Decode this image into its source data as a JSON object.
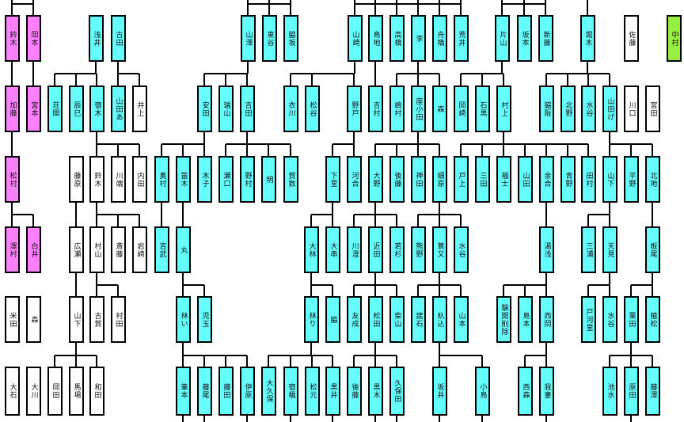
{
  "colors": {
    "cyan": "#66ffff",
    "pink": "#ff80ff",
    "green": "#99ee44",
    "white": "#ffffff",
    "line": "#000000"
  },
  "nodes": [
    {
      "label": "鈴木",
      "color": "pink"
    },
    {
      "label": "岡本",
      "color": "pink"
    },
    {
      "label": "浅井",
      "color": "cyan"
    },
    {
      "label": "古田",
      "color": "cyan"
    },
    {
      "label": "山澤",
      "color": "cyan"
    },
    {
      "label": "東谷",
      "color": "cyan"
    },
    {
      "label": "脇坂",
      "color": "cyan"
    },
    {
      "label": "山崎",
      "color": "cyan"
    },
    {
      "label": "島地",
      "color": "cyan"
    },
    {
      "label": "高橋",
      "color": "cyan"
    },
    {
      "label": "李",
      "color": "cyan"
    },
    {
      "label": "舟橋",
      "color": "cyan"
    },
    {
      "label": "荒井",
      "color": "cyan"
    },
    {
      "label": "片山",
      "color": "cyan"
    },
    {
      "label": "坂本",
      "color": "cyan"
    },
    {
      "label": "新藤",
      "color": "cyan"
    },
    {
      "label": "堀木",
      "color": "cyan"
    },
    {
      "label": "佐藤",
      "color": "white"
    },
    {
      "label": "中村",
      "color": "green"
    },
    {
      "label": "加藤",
      "color": "pink"
    },
    {
      "label": "宮本",
      "color": "pink"
    },
    {
      "label": "荘開",
      "color": "cyan"
    },
    {
      "label": "辰巳",
      "color": "cyan"
    },
    {
      "label": "宿木",
      "color": "cyan"
    },
    {
      "label": "山田あ",
      "color": "cyan"
    },
    {
      "label": "井上",
      "color": "white"
    },
    {
      "label": "安田",
      "color": "cyan"
    },
    {
      "label": "瑞山",
      "color": "cyan"
    },
    {
      "label": "吉田",
      "color": "cyan"
    },
    {
      "label": "衣川",
      "color": "cyan"
    },
    {
      "label": "松谷",
      "color": "cyan"
    },
    {
      "label": "野戸",
      "color": "cyan"
    },
    {
      "label": "吉村",
      "color": "cyan"
    },
    {
      "label": "嶋村",
      "color": "cyan"
    },
    {
      "label": "座小田",
      "color": "cyan"
    },
    {
      "label": "森",
      "color": "cyan"
    },
    {
      "label": "岡崎",
      "color": "cyan"
    },
    {
      "label": "石黒",
      "color": "cyan"
    },
    {
      "label": "村上",
      "color": "cyan"
    },
    {
      "label": "脇阪",
      "color": "cyan"
    },
    {
      "label": "北野",
      "color": "cyan"
    },
    {
      "label": "水谷",
      "color": "cyan"
    },
    {
      "label": "山田げ",
      "color": "cyan"
    },
    {
      "label": "川口",
      "color": "white"
    },
    {
      "label": "宮田",
      "color": "white"
    },
    {
      "label": "松村",
      "color": "pink"
    },
    {
      "label": "藤原",
      "color": "white"
    },
    {
      "label": "鈴木",
      "color": "white"
    },
    {
      "label": "川端",
      "color": "white"
    },
    {
      "label": "内田",
      "color": "white"
    },
    {
      "label": "奥村",
      "color": "cyan"
    },
    {
      "label": "笛木",
      "color": "cyan"
    },
    {
      "label": "木子",
      "color": "cyan"
    },
    {
      "label": "瀬口",
      "color": "cyan"
    },
    {
      "label": "野村",
      "color": "cyan"
    },
    {
      "label": "明",
      "color": "cyan"
    },
    {
      "label": "賀数",
      "color": "cyan"
    },
    {
      "label": "下里",
      "color": "cyan"
    },
    {
      "label": "河合",
      "color": "cyan"
    },
    {
      "label": "大野",
      "color": "cyan"
    },
    {
      "label": "後藤",
      "color": "cyan"
    },
    {
      "label": "神田",
      "color": "cyan"
    },
    {
      "label": "細原",
      "color": "cyan"
    },
    {
      "label": "戸上",
      "color": "cyan"
    },
    {
      "label": "三田",
      "color": "cyan"
    },
    {
      "label": "福士",
      "color": "cyan"
    },
    {
      "label": "山田",
      "color": "cyan"
    },
    {
      "label": "余合",
      "color": "cyan"
    },
    {
      "label": "青野",
      "color": "cyan"
    },
    {
      "label": "田村",
      "color": "cyan"
    },
    {
      "label": "山下",
      "color": "cyan"
    },
    {
      "label": "平野",
      "color": "cyan"
    },
    {
      "label": "北地",
      "color": "cyan"
    },
    {
      "label": "澤村",
      "color": "pink"
    },
    {
      "label": "白井",
      "color": "pink"
    },
    {
      "label": "広瀬",
      "color": "white"
    },
    {
      "label": "村山",
      "color": "white"
    },
    {
      "label": "斎藤",
      "color": "white"
    },
    {
      "label": "岩崎",
      "color": "white"
    },
    {
      "label": "吉武",
      "color": "cyan"
    },
    {
      "label": "丸",
      "color": "cyan"
    },
    {
      "label": "大林",
      "color": "cyan"
    },
    {
      "label": "大串",
      "color": "cyan"
    },
    {
      "label": "川澄",
      "color": "cyan"
    },
    {
      "label": "近田",
      "color": "cyan"
    },
    {
      "label": "若杉",
      "color": "cyan"
    },
    {
      "label": "熊野",
      "color": "cyan"
    },
    {
      "label": "蓑又",
      "color": "cyan"
    },
    {
      "label": "水谷",
      "color": "cyan"
    },
    {
      "label": "湯浅",
      "color": "cyan"
    },
    {
      "label": "三浦",
      "color": "cyan"
    },
    {
      "label": "天見",
      "color": "cyan"
    },
    {
      "label": "板尾",
      "color": "cyan"
    },
    {
      "label": "米田",
      "color": "white"
    },
    {
      "label": "森",
      "color": "white"
    },
    {
      "label": "山下",
      "color": "white"
    },
    {
      "label": "古賀",
      "color": "white"
    },
    {
      "label": "村田",
      "color": "white"
    },
    {
      "label": "林い",
      "color": "cyan"
    },
    {
      "label": "児玉",
      "color": "cyan"
    },
    {
      "label": "林り",
      "color": "cyan"
    },
    {
      "label": "脇",
      "color": "cyan"
    },
    {
      "label": "友成",
      "color": "cyan"
    },
    {
      "label": "松田",
      "color": "cyan"
    },
    {
      "label": "柴山",
      "color": "cyan"
    },
    {
      "label": "建石",
      "color": "cyan"
    },
    {
      "label": "杁込",
      "color": "cyan"
    },
    {
      "label": "山本",
      "color": "cyan"
    },
    {
      "label": "験開削除",
      "color": "cyan"
    },
    {
      "label": "島本",
      "color": "cyan"
    },
    {
      "label": "西岡",
      "color": "cyan"
    },
    {
      "label": "戸河里",
      "color": "cyan"
    },
    {
      "label": "水谷",
      "color": "cyan"
    },
    {
      "label": "栗田",
      "color": "cyan"
    },
    {
      "label": "植松",
      "color": "cyan"
    },
    {
      "label": "大石",
      "color": "white"
    },
    {
      "label": "大川",
      "color": "white"
    },
    {
      "label": "岡田",
      "color": "white"
    },
    {
      "label": "馬場",
      "color": "white"
    },
    {
      "label": "和田",
      "color": "white"
    },
    {
      "label": "筆本",
      "color": "cyan"
    },
    {
      "label": "藤尾",
      "color": "cyan"
    },
    {
      "label": "藤田",
      "color": "cyan"
    },
    {
      "label": "伊原",
      "color": "cyan"
    },
    {
      "label": "大久保",
      "color": "cyan"
    },
    {
      "label": "宿橋",
      "color": "cyan"
    },
    {
      "label": "松元",
      "color": "cyan"
    },
    {
      "label": "黒井",
      "color": "cyan"
    },
    {
      "label": "後藤",
      "color": "cyan"
    },
    {
      "label": "黒木",
      "color": "cyan"
    },
    {
      "label": "久保田",
      "color": "cyan"
    },
    {
      "label": "坂井",
      "color": "cyan"
    },
    {
      "label": "小島",
      "color": "cyan"
    },
    {
      "label": "西森",
      "color": "cyan"
    },
    {
      "label": "我妻",
      "color": "cyan"
    },
    {
      "label": "池水",
      "color": "cyan"
    },
    {
      "label": "原田",
      "color": "cyan"
    },
    {
      "label": "藤澤",
      "color": "cyan"
    }
  ]
}
